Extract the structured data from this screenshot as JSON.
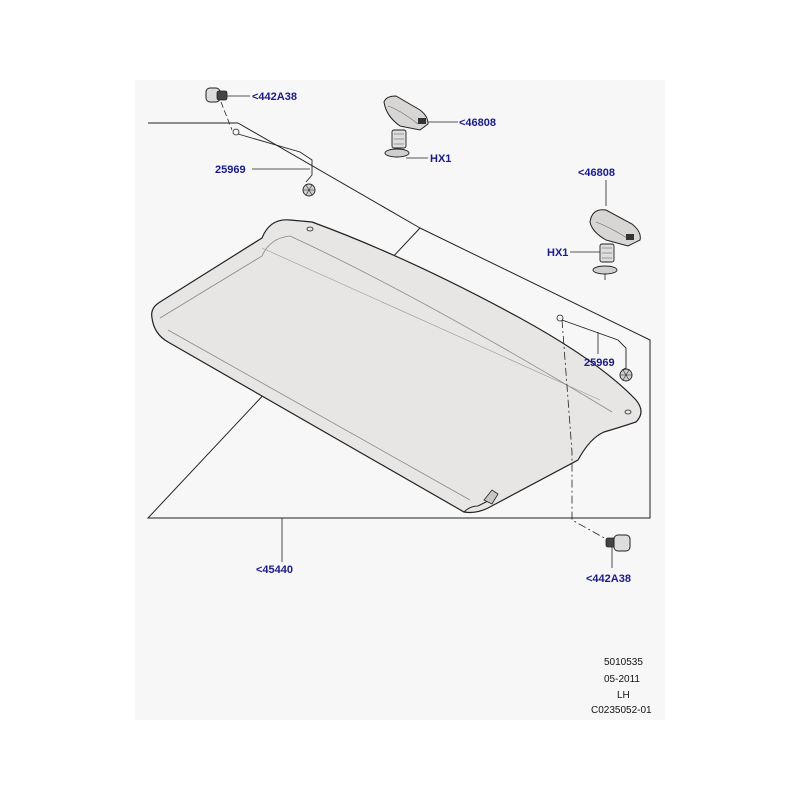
{
  "colors": {
    "callout": "#1a1a8c",
    "line": "#222222",
    "part_fill": "#e8e5e5",
    "part_shade": "#c9c5c5",
    "page_bg": "#f7f7f7"
  },
  "callouts": {
    "clip_top": "<442A38",
    "light_a": "<46808",
    "hx1_a": "HX1",
    "wire_a": "25969",
    "light_b": "<46808",
    "hx1_b": "HX1",
    "wire_b": "25969",
    "panel": "<45440",
    "clip_bottom": "<442A38"
  },
  "meta": {
    "part_number": "5010535",
    "date": "05-2011",
    "side": "LH",
    "drawing_id": "C0235052-01"
  }
}
